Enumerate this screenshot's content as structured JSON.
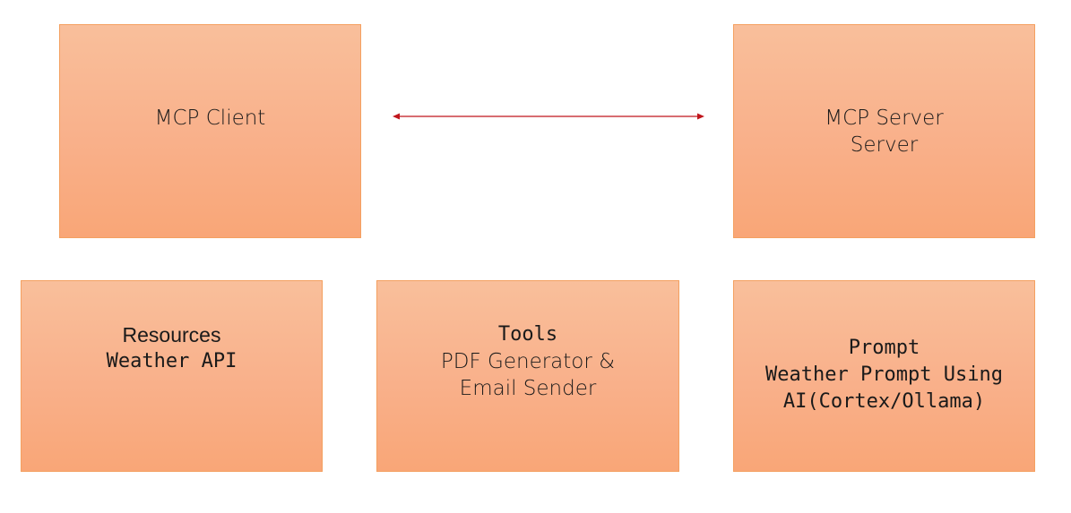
{
  "diagram": {
    "client": {
      "label": "MCP Client"
    },
    "server": {
      "lines": [
        "MCP Server",
        "Server"
      ]
    },
    "resources": {
      "title": "Resources",
      "subtitle": "Weather API"
    },
    "tools": {
      "title": "Tools",
      "lines": [
        "PDF Generator &",
        "Email Sender"
      ]
    },
    "prompt": {
      "title": "Prompt",
      "lines": [
        "Weather Prompt Using",
        "AI(Cortex/Ollama)"
      ]
    },
    "connector": {
      "type": "bidirectional-arrow",
      "color": "#c0161c"
    }
  },
  "colors": {
    "box_fill_top": "#f9bf9b",
    "box_fill_bottom": "#f9a677",
    "box_border": "#f4a060",
    "text": "#1a1a1a"
  }
}
